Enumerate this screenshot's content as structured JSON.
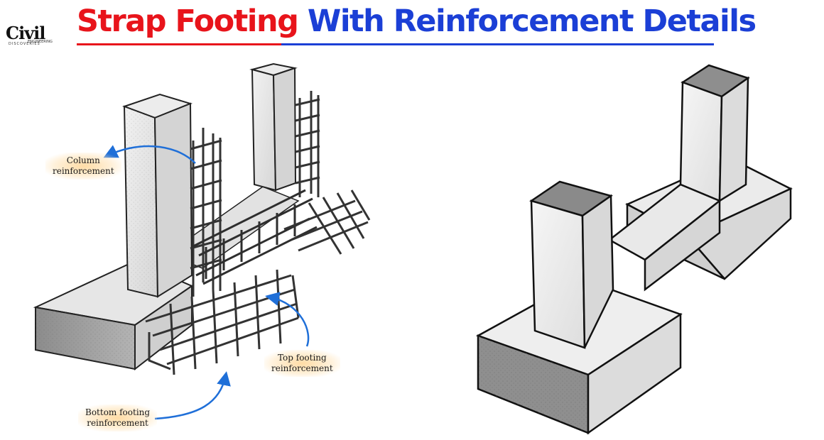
{
  "logo": {
    "text": "Civil",
    "tagline": "ENGINEERING",
    "subtitle": "DISCOVERIES"
  },
  "title": {
    "part1": "Strap Footing",
    "part2": "With Reinforcement Details",
    "color_part1": "#e8141b",
    "color_part2": "#1b3fd6"
  },
  "callouts": {
    "column_line1": "Column",
    "column_line2": "reinforcement",
    "top_line1": "Top footing",
    "top_line2": "reinforcement",
    "bottom_line1": "Bottom footing",
    "bottom_line2": "reinforcement",
    "arrow_color": "#1f6fd8"
  }
}
